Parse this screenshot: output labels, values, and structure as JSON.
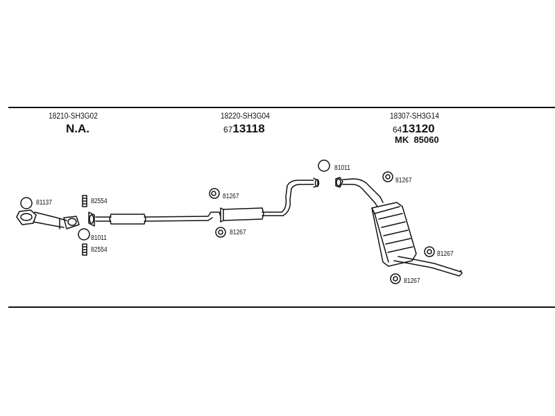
{
  "sections": [
    {
      "oem": "18210-SH3G02",
      "article": "N.A."
    },
    {
      "oem": "18220-SH3G04",
      "prefix": "67",
      "number": "13118"
    },
    {
      "oem": "18307-SH3G14",
      "prefix": "64",
      "number": "13120",
      "mk_prefix": "MK",
      "mk_number": "85060"
    }
  ],
  "parts": [
    "81137",
    "82554",
    "81011",
    "82554",
    "81267",
    "81267",
    "81011",
    "81267",
    "81267",
    "81267"
  ]
}
